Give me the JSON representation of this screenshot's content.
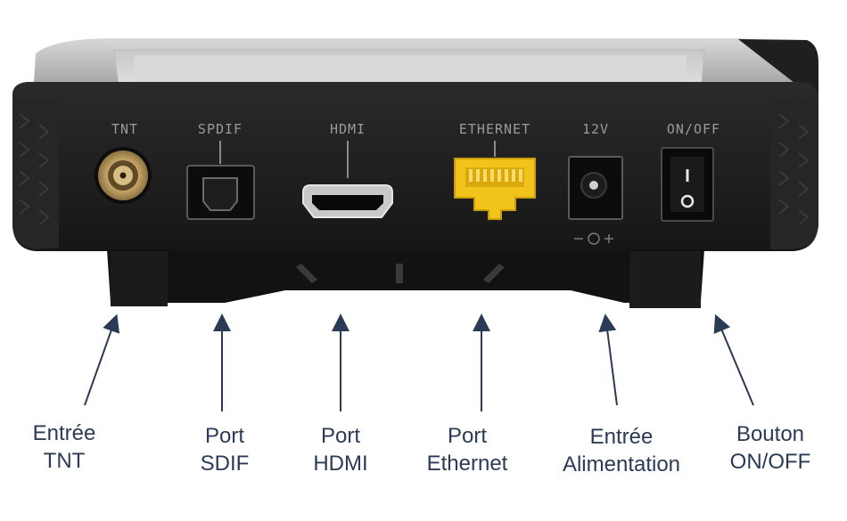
{
  "panel_labels": {
    "tnt": "TNT",
    "spdif": "SPDIF",
    "hdmi": "HDMI",
    "ethernet": "ETHERNET",
    "power": "12V",
    "onoff": "ON/OFF"
  },
  "callouts": [
    {
      "line1": "Entrée",
      "line2": "TNT"
    },
    {
      "line1": "Port",
      "line2": "SDIF"
    },
    {
      "line1": "Port",
      "line2": "HDMI"
    },
    {
      "line1": "Port",
      "line2": "Ethernet"
    },
    {
      "line1": "Entrée",
      "line2": "Alimentation"
    },
    {
      "line1": "Bouton",
      "line2": "ON/OFF"
    }
  ],
  "colors": {
    "text": "#2b3a55",
    "arrow": "#2b3a55",
    "ethernet_port": "#f2c31a",
    "tnt_connector": "#c9a96b",
    "device_body": "#1c1c1d"
  }
}
